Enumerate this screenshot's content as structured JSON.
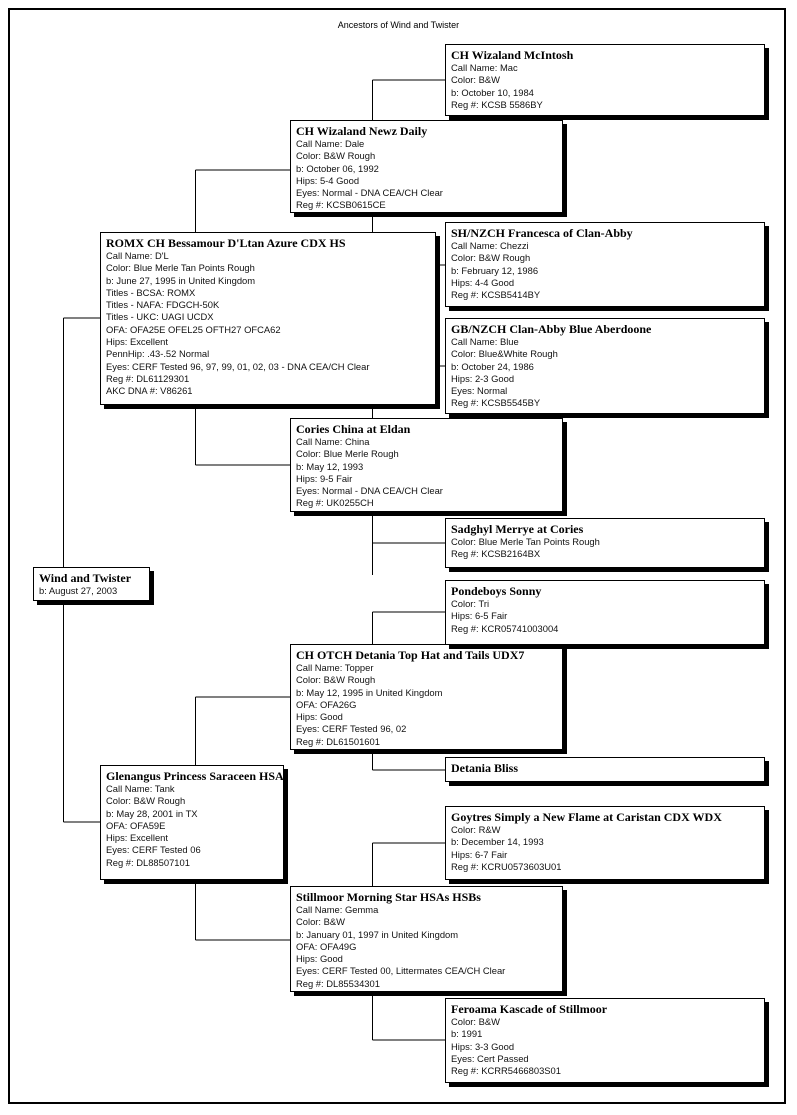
{
  "title": "Ancestors of Wind and Twister",
  "dogs": [
    {
      "name": "Wind and Twister",
      "lines": [
        "b: August 27, 2003"
      ]
    },
    {
      "name": "ROMX CH Bessamour D'Ltan Azure CDX HS",
      "lines": [
        "Call Name: D'L",
        "Color: Blue Merle Tan Points Rough",
        "b: June 27, 1995 in United Kingdom",
        "Titles - BCSA: ROMX",
        "Titles - NAFA: FDGCH-50K",
        "Titles - UKC: UAGI UCDX",
        "OFA: OFA25E OFEL25 OFTH27 OFCA62",
        "Hips: Excellent",
        "PennHip: .43-.52 Normal",
        "Eyes: CERF Tested 96, 97, 99, 01, 02, 03 - DNA CEA/CH Clear",
        "Reg #: DL61129301",
        "AKC DNA #: V86261"
      ]
    },
    {
      "name": "Glenangus Princess Saraceen HSAs",
      "lines": [
        "Call Name: Tank",
        "Color: B&W Rough",
        "b: May 28, 2001 in TX",
        "OFA: OFA59E",
        "Hips: Excellent",
        "Eyes: CERF Tested 06",
        "Reg #: DL88507101"
      ]
    },
    {
      "name": "CH Wizaland Newz Daily",
      "lines": [
        "Call Name: Dale",
        "Color: B&W Rough",
        "b: October 06, 1992",
        "Hips: 5-4 Good",
        "Eyes: Normal - DNA CEA/CH Clear",
        "Reg #: KCSB0615CE"
      ]
    },
    {
      "name": "Cories China at Eldan",
      "lines": [
        "Call Name: China",
        "Color: Blue Merle Rough",
        "b: May 12, 1993",
        "Hips: 9-5 Fair",
        "Eyes: Normal - DNA CEA/CH Clear",
        "Reg #: UK0255CH"
      ]
    },
    {
      "name": "CH OTCH Detania Top Hat and Tails UDX7",
      "lines": [
        "Call Name: Topper",
        "Color: B&W Rough",
        "b: May 12, 1995 in United Kingdom",
        "OFA: OFA26G",
        "Hips: Good",
        "Eyes: CERF Tested 96, 02",
        "Reg #: DL61501601"
      ]
    },
    {
      "name": "Stillmoor Morning Star HSAs HSBs",
      "lines": [
        "Call Name: Gemma",
        "Color: B&W",
        "b: January 01, 1997 in United Kingdom",
        "OFA: OFA49G",
        "Hips: Good",
        "Eyes: CERF Tested 00, Littermates CEA/CH Clear",
        "Reg #: DL85534301"
      ]
    },
    {
      "name": "CH Wizaland McIntosh",
      "lines": [
        "Call Name: Mac",
        "Color: B&W",
        "b: October 10, 1984",
        "Reg #: KCSB 5586BY"
      ]
    },
    {
      "name": "SH/NZCH Francesca of Clan-Abby",
      "lines": [
        "Call Name: Chezzi",
        "Color: B&W Rough",
        "b: February 12, 1986",
        "Hips: 4-4 Good",
        "Reg #: KCSB5414BY"
      ]
    },
    {
      "name": "GB/NZCH Clan-Abby Blue Aberdoone",
      "lines": [
        "Call Name: Blue",
        "Color: Blue&White Rough",
        "b: October 24, 1986",
        "Hips: 2-3 Good",
        "Eyes: Normal",
        "Reg #: KCSB5545BY"
      ]
    },
    {
      "name": "Sadghyl Merrye at Cories",
      "lines": [
        "Color: Blue Merle Tan Points Rough",
        "Reg #: KCSB2164BX"
      ]
    },
    {
      "name": "Pondeboys Sonny",
      "lines": [
        "Color: Tri",
        "Hips: 6-5 Fair",
        "Reg #: KCR05741003004"
      ]
    },
    {
      "name": "Detania Bliss",
      "lines": []
    },
    {
      "name": "Goytres Simply a New Flame at Caristan CDX WDX",
      "lines": [
        "Color: R&W",
        "b: December 14, 1993",
        "Hips: 6-7 Fair",
        "Reg #: KCRU0573603U01"
      ]
    },
    {
      "name": "Feroama Kascade of Stillmoor",
      "lines": [
        "Color: B&W",
        "b: 1991",
        "Hips: 3-3 Good",
        "Eyes: Cert Passed",
        "Reg #: KCRR5466803S01"
      ]
    }
  ]
}
